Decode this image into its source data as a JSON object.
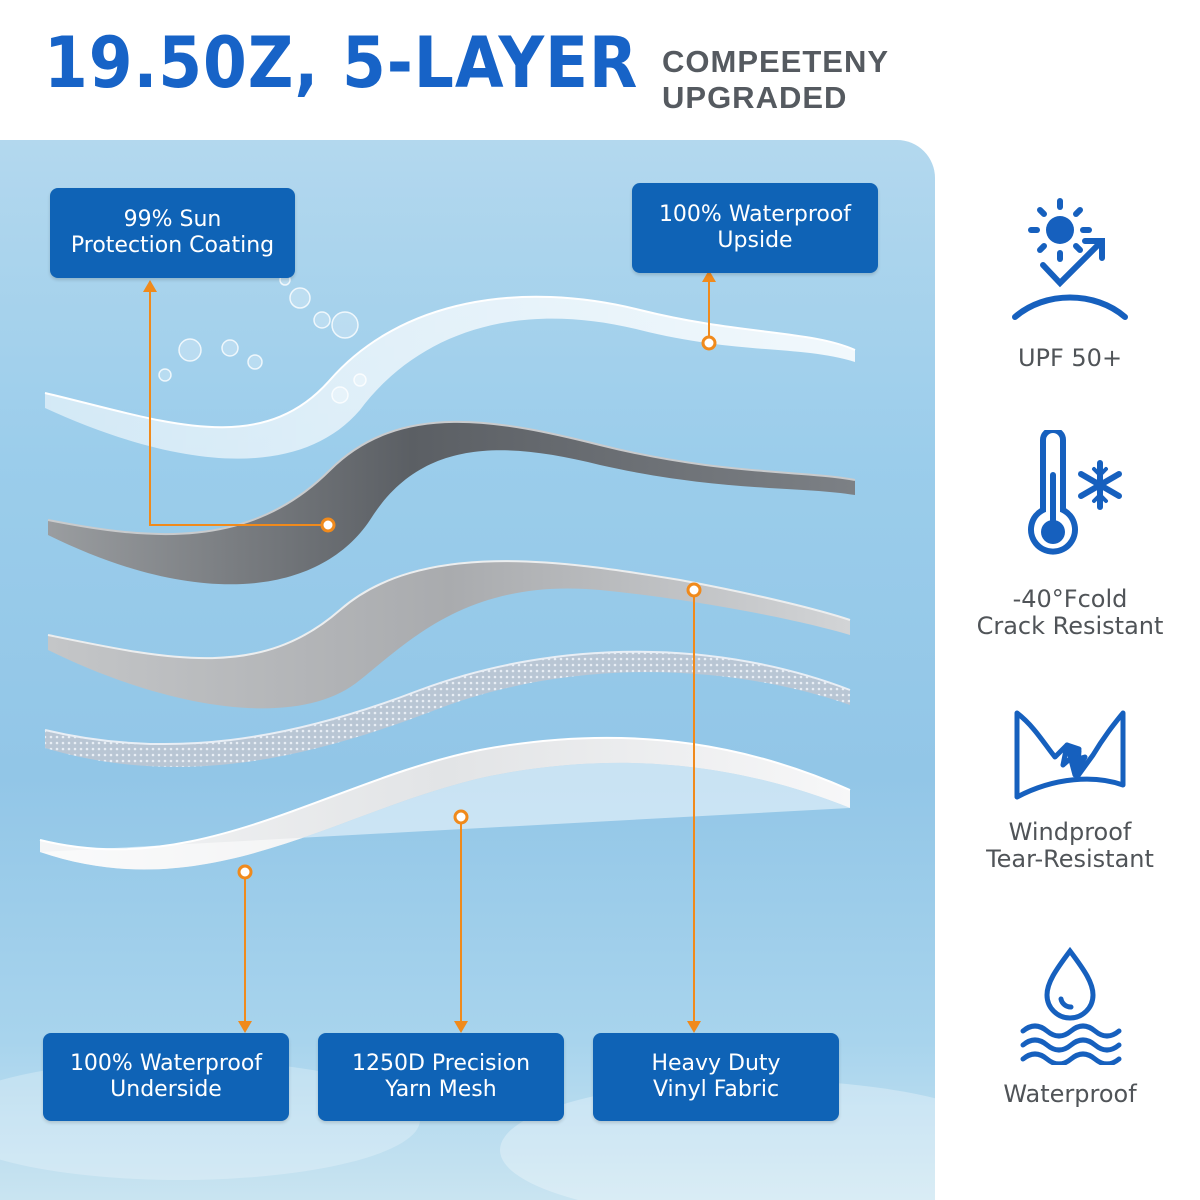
{
  "header": {
    "title": "19.50Z, 5-LAYER",
    "subtitle_line1": "COMPEETENY",
    "subtitle_line2": "UPGRADED"
  },
  "layers": {
    "sun_protection": {
      "line1": "99% Sun",
      "line2": "Protection Coating"
    },
    "waterproof_upside": {
      "line1": "100% Waterproof",
      "line2": "Upside"
    },
    "waterproof_underside": {
      "line1": "100% Waterproof",
      "line2": "Underside"
    },
    "yarn_mesh": {
      "line1": "1250D Precision",
      "line2": "Yarn Mesh"
    },
    "vinyl_fabric": {
      "line1": "Heavy Duty",
      "line2": "Vinyl Fabric"
    }
  },
  "features": [
    {
      "icon": "uv-sun-icon",
      "line1": "UPF 50+",
      "line2": ""
    },
    {
      "icon": "thermometer-snowflake-icon",
      "line1": "-40°Fcold",
      "line2": "Crack Resistant"
    },
    {
      "icon": "torn-fabric-icon",
      "line1": "Windproof",
      "line2": "Tear-Resistant"
    },
    {
      "icon": "water-drop-icon",
      "line1": "Waterproof",
      "line2": ""
    }
  ],
  "colors": {
    "brand_blue": "#1763c7",
    "callout_blue": "#0f63b6",
    "leader_orange": "#f08a1c",
    "icon_blue": "#1660be"
  }
}
